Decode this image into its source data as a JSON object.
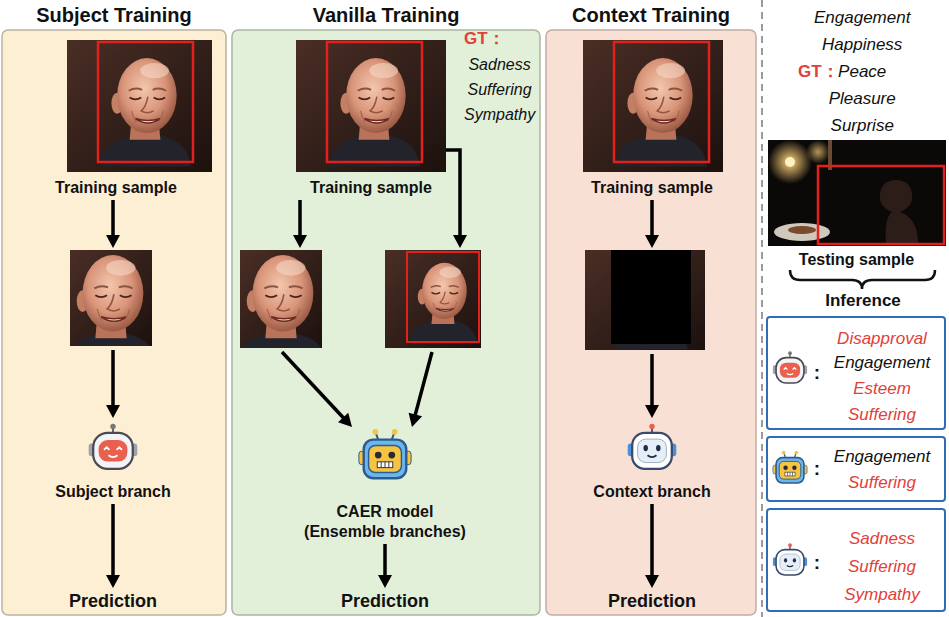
{
  "diagram": {
    "nodes": [
      {
        "text": [
          "Subject Training"
        ]
      },
      {
        "text": [
          "Vanilla Training"
        ]
      },
      {
        "text": [
          "Context Training"
        ]
      },
      {
        "text": [
          "Training sample"
        ],
        "in": 0
      },
      {
        "text": [
          "Subject branch"
        ],
        "in": 0
      },
      {
        "text": [
          "Prediction"
        ],
        "in": 0
      },
      {
        "text": [
          "Training sample"
        ],
        "in": 1
      },
      {
        "text": [
          "CAER model (Ensemble branches)"
        ],
        "in": 1
      },
      {
        "text": [
          "Prediction"
        ],
        "in": 1
      },
      {
        "text": [
          "Training sample"
        ],
        "in": 2
      },
      {
        "text": [
          "Context branch"
        ],
        "in": 2
      },
      {
        "text": [
          "Prediction"
        ],
        "in": 2
      },
      {
        "text": [
          "Testing sample"
        ]
      },
      {
        "text": [
          "Disapproval",
          "Engagement",
          "Esteem",
          "Suffering",
          ":"
        ]
      },
      {
        "text": [
          "Engagement",
          "Suffering",
          ":"
        ]
      },
      {
        "text": [
          "Sadness",
          "Suffering",
          "Sympathy",
          ":"
        ]
      }
    ],
    "edges": [
      {
        "from": 3,
        "to": 4,
        "arrow": "to"
      },
      {
        "from": 4,
        "to": 5,
        "arrow": "to"
      },
      {
        "from": 6,
        "to": 7,
        "arrow": "to"
      },
      {
        "from": 6,
        "to": 7,
        "arrow": "to"
      },
      {
        "from": 7,
        "to": 8,
        "arrow": "to"
      },
      {
        "from": 9,
        "to": 10,
        "arrow": "to"
      },
      {
        "from": 10,
        "to": 11,
        "arrow": "to"
      }
    ],
    "labels": [
      "GT：",
      "Sadness Suffering Sympathy",
      "Engagement Happiness Peace Pleasure Surprise",
      "GT：",
      "Inference"
    ]
  }
}
